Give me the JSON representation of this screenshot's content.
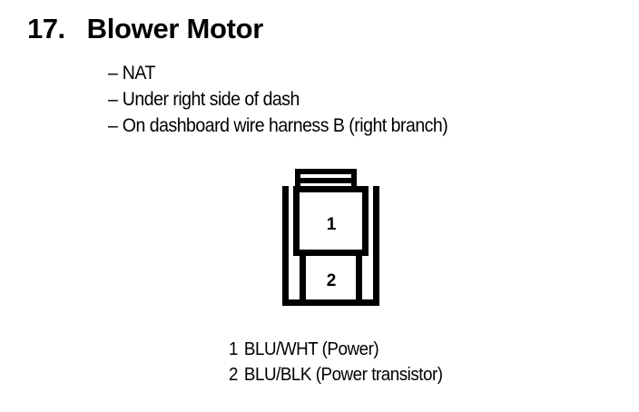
{
  "document": {
    "item_number": "17.",
    "title": "Blower Motor",
    "notes": [
      {
        "bullet": "–",
        "text": "NAT"
      },
      {
        "bullet": "–",
        "text": "Under right side of dash"
      },
      {
        "bullet": "–",
        "text": "On dashboard wire harness B (right branch)"
      }
    ]
  },
  "connector": {
    "name": "2-pin connector",
    "terminals": [
      {
        "number": "1"
      },
      {
        "number": "2"
      }
    ],
    "stroke_color": "#000000",
    "fill_color": "#ffffff"
  },
  "legend": {
    "rows": [
      {
        "pin": "1",
        "description": "BLU/WHT (Power)"
      },
      {
        "pin": "2",
        "description": "BLU/BLK (Power transistor)"
      }
    ]
  }
}
